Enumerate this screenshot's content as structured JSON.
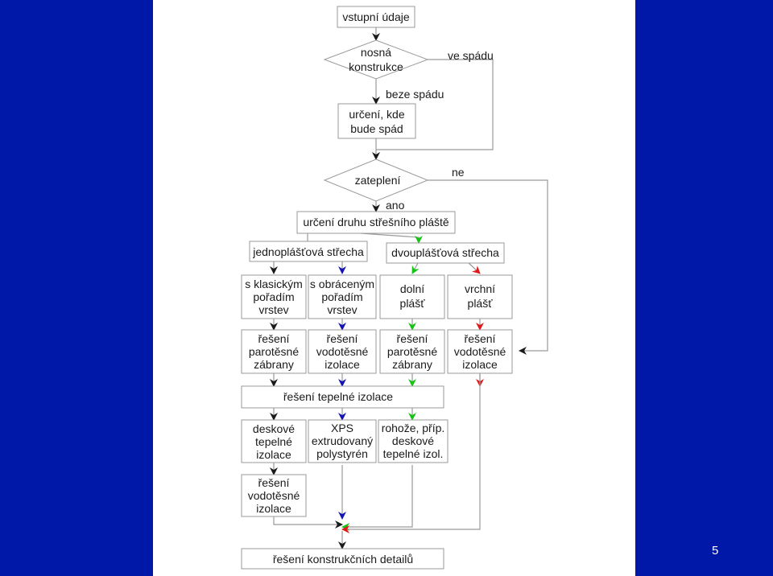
{
  "nodes": {
    "input": "vstupní údaje",
    "bearing": [
      "nosná",
      "konstrukce"
    ],
    "slope": [
      "určení, kde",
      "bude spád"
    ],
    "insulation": "zateplení",
    "roof_type": "určení druhu střešního pláště",
    "single": "jednoplášťová střecha",
    "double": "dvouplášťová střecha",
    "classic": [
      "s klasickým",
      "pořadím",
      "vrstev"
    ],
    "inverted": [
      "s obráceným",
      "pořadím",
      "vrstev"
    ],
    "lower": [
      "dolní",
      "plášť"
    ],
    "upper": [
      "vrchní",
      "plášť"
    ],
    "vapor1": [
      "řešení",
      "parotěsné",
      "zábrany"
    ],
    "water1": [
      "řešení",
      "vodotěsné",
      "izolace"
    ],
    "vapor2": [
      "řešení",
      "parotěsné",
      "zábrany"
    ],
    "water2": [
      "řešení",
      "vodotěsné",
      "izolace"
    ],
    "thermal": "řešení tepelné izolace",
    "boards": [
      "deskové",
      "tepelné",
      "izolace"
    ],
    "xps": [
      "XPS",
      "extrudovaný",
      "polystyrén"
    ],
    "mats": [
      "rohože, příp.",
      "deskové",
      "tepelné izol."
    ],
    "water3": [
      "řešení",
      "vodotěsné",
      "izolace"
    ],
    "details": "řešení konstrukčních detailů"
  },
  "edge_labels": {
    "sloped": "ve spádu",
    "flat": "beze spádu",
    "no": "ne",
    "yes": "ano"
  },
  "page_number": "5",
  "colors": {
    "background": "#0018a8",
    "black": "#1a1a1a",
    "blue": "#1414b4",
    "green": "#16c416",
    "red": "#e01818",
    "line": "#9a9a9a"
  }
}
